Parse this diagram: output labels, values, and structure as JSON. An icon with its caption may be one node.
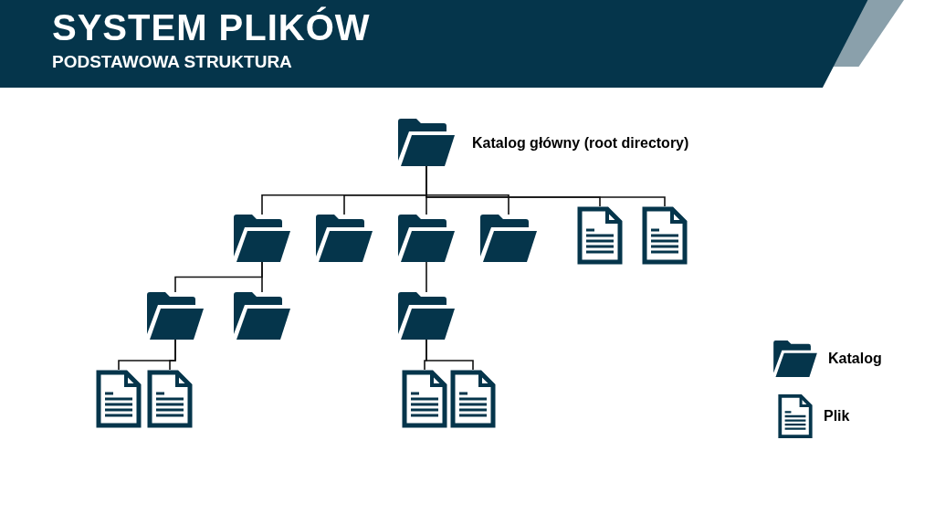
{
  "diagram": {
    "title": "SYSTEM PLIKÓW",
    "caption": "PODSTAWOWA STRUKTURA",
    "nodes": [
      {
        "text": [],
        "shape": "folder",
        "beside": [
          "Katalog główny (root directory)"
        ]
      },
      {
        "text": [],
        "shape": "folder"
      },
      {
        "text": [],
        "shape": "folder"
      },
      {
        "text": [],
        "shape": "folder"
      },
      {
        "text": [],
        "shape": "folder"
      },
      {
        "text": [],
        "shape": "document"
      },
      {
        "text": [],
        "shape": "document"
      },
      {
        "text": [],
        "shape": "folder"
      },
      {
        "text": [],
        "shape": "folder"
      },
      {
        "text": [],
        "shape": "folder"
      },
      {
        "text": [],
        "shape": "document"
      },
      {
        "text": [],
        "shape": "document"
      },
      {
        "text": [],
        "shape": "document"
      },
      {
        "text": [],
        "shape": "document"
      }
    ],
    "edges": [
      {
        "from": 0,
        "to": 1,
        "arrow": "none"
      },
      {
        "from": 0,
        "to": 2,
        "arrow": "none"
      },
      {
        "from": 0,
        "to": 3,
        "arrow": "none"
      },
      {
        "from": 0,
        "to": 4,
        "arrow": "none"
      },
      {
        "from": 0,
        "to": 5,
        "arrow": "none"
      },
      {
        "from": 0,
        "to": 6,
        "arrow": "none"
      },
      {
        "from": 1,
        "to": 7,
        "arrow": "none"
      },
      {
        "from": 1,
        "to": 8,
        "arrow": "none"
      },
      {
        "from": 3,
        "to": 9,
        "arrow": "none"
      },
      {
        "from": 7,
        "to": 10,
        "arrow": "none"
      },
      {
        "from": 7,
        "to": 11,
        "arrow": "none"
      },
      {
        "from": 9,
        "to": 12,
        "arrow": "none"
      },
      {
        "from": 9,
        "to": 13,
        "arrow": "none"
      }
    ],
    "legend": [
      {
        "text": "Katalog"
      },
      {
        "text": "Plik"
      }
    ]
  }
}
